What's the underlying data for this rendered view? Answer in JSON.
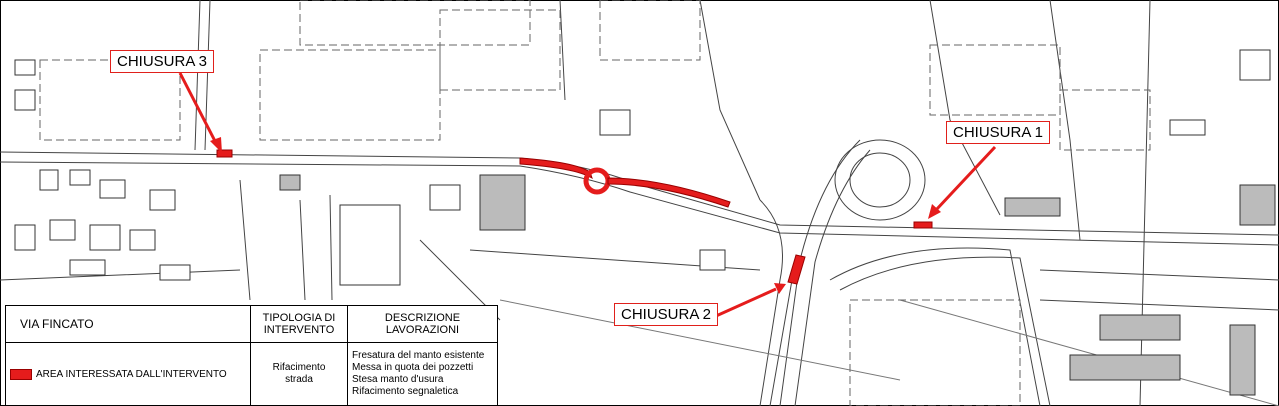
{
  "callouts": [
    {
      "id": "chiusura-3",
      "label": "CHIUSURA 3"
    },
    {
      "id": "chiusura-1",
      "label": "CHIUSURA 1"
    },
    {
      "id": "chiusura-2",
      "label": "CHIUSURA 2"
    }
  ],
  "legend": {
    "street": "VIA FINCATO",
    "col_type": [
      "TIPOLOGIA DI",
      "INTERVENTO"
    ],
    "col_desc": [
      "DESCRIZIONE",
      "LAVORAZIONI"
    ],
    "area_label": "AREA  INTERESSATA DALL'INTERVENTO",
    "type_value": [
      "Rifacimento",
      "strada"
    ],
    "works": [
      "Fresatura del manto esistente",
      "Messa in quota dei pozzetti",
      "Stesa manto d'usura",
      "Rifacimento segnaletica"
    ]
  },
  "colors": {
    "highlight": "#e51c1c",
    "callout_border": "#e0201b",
    "linework": "#555555"
  }
}
